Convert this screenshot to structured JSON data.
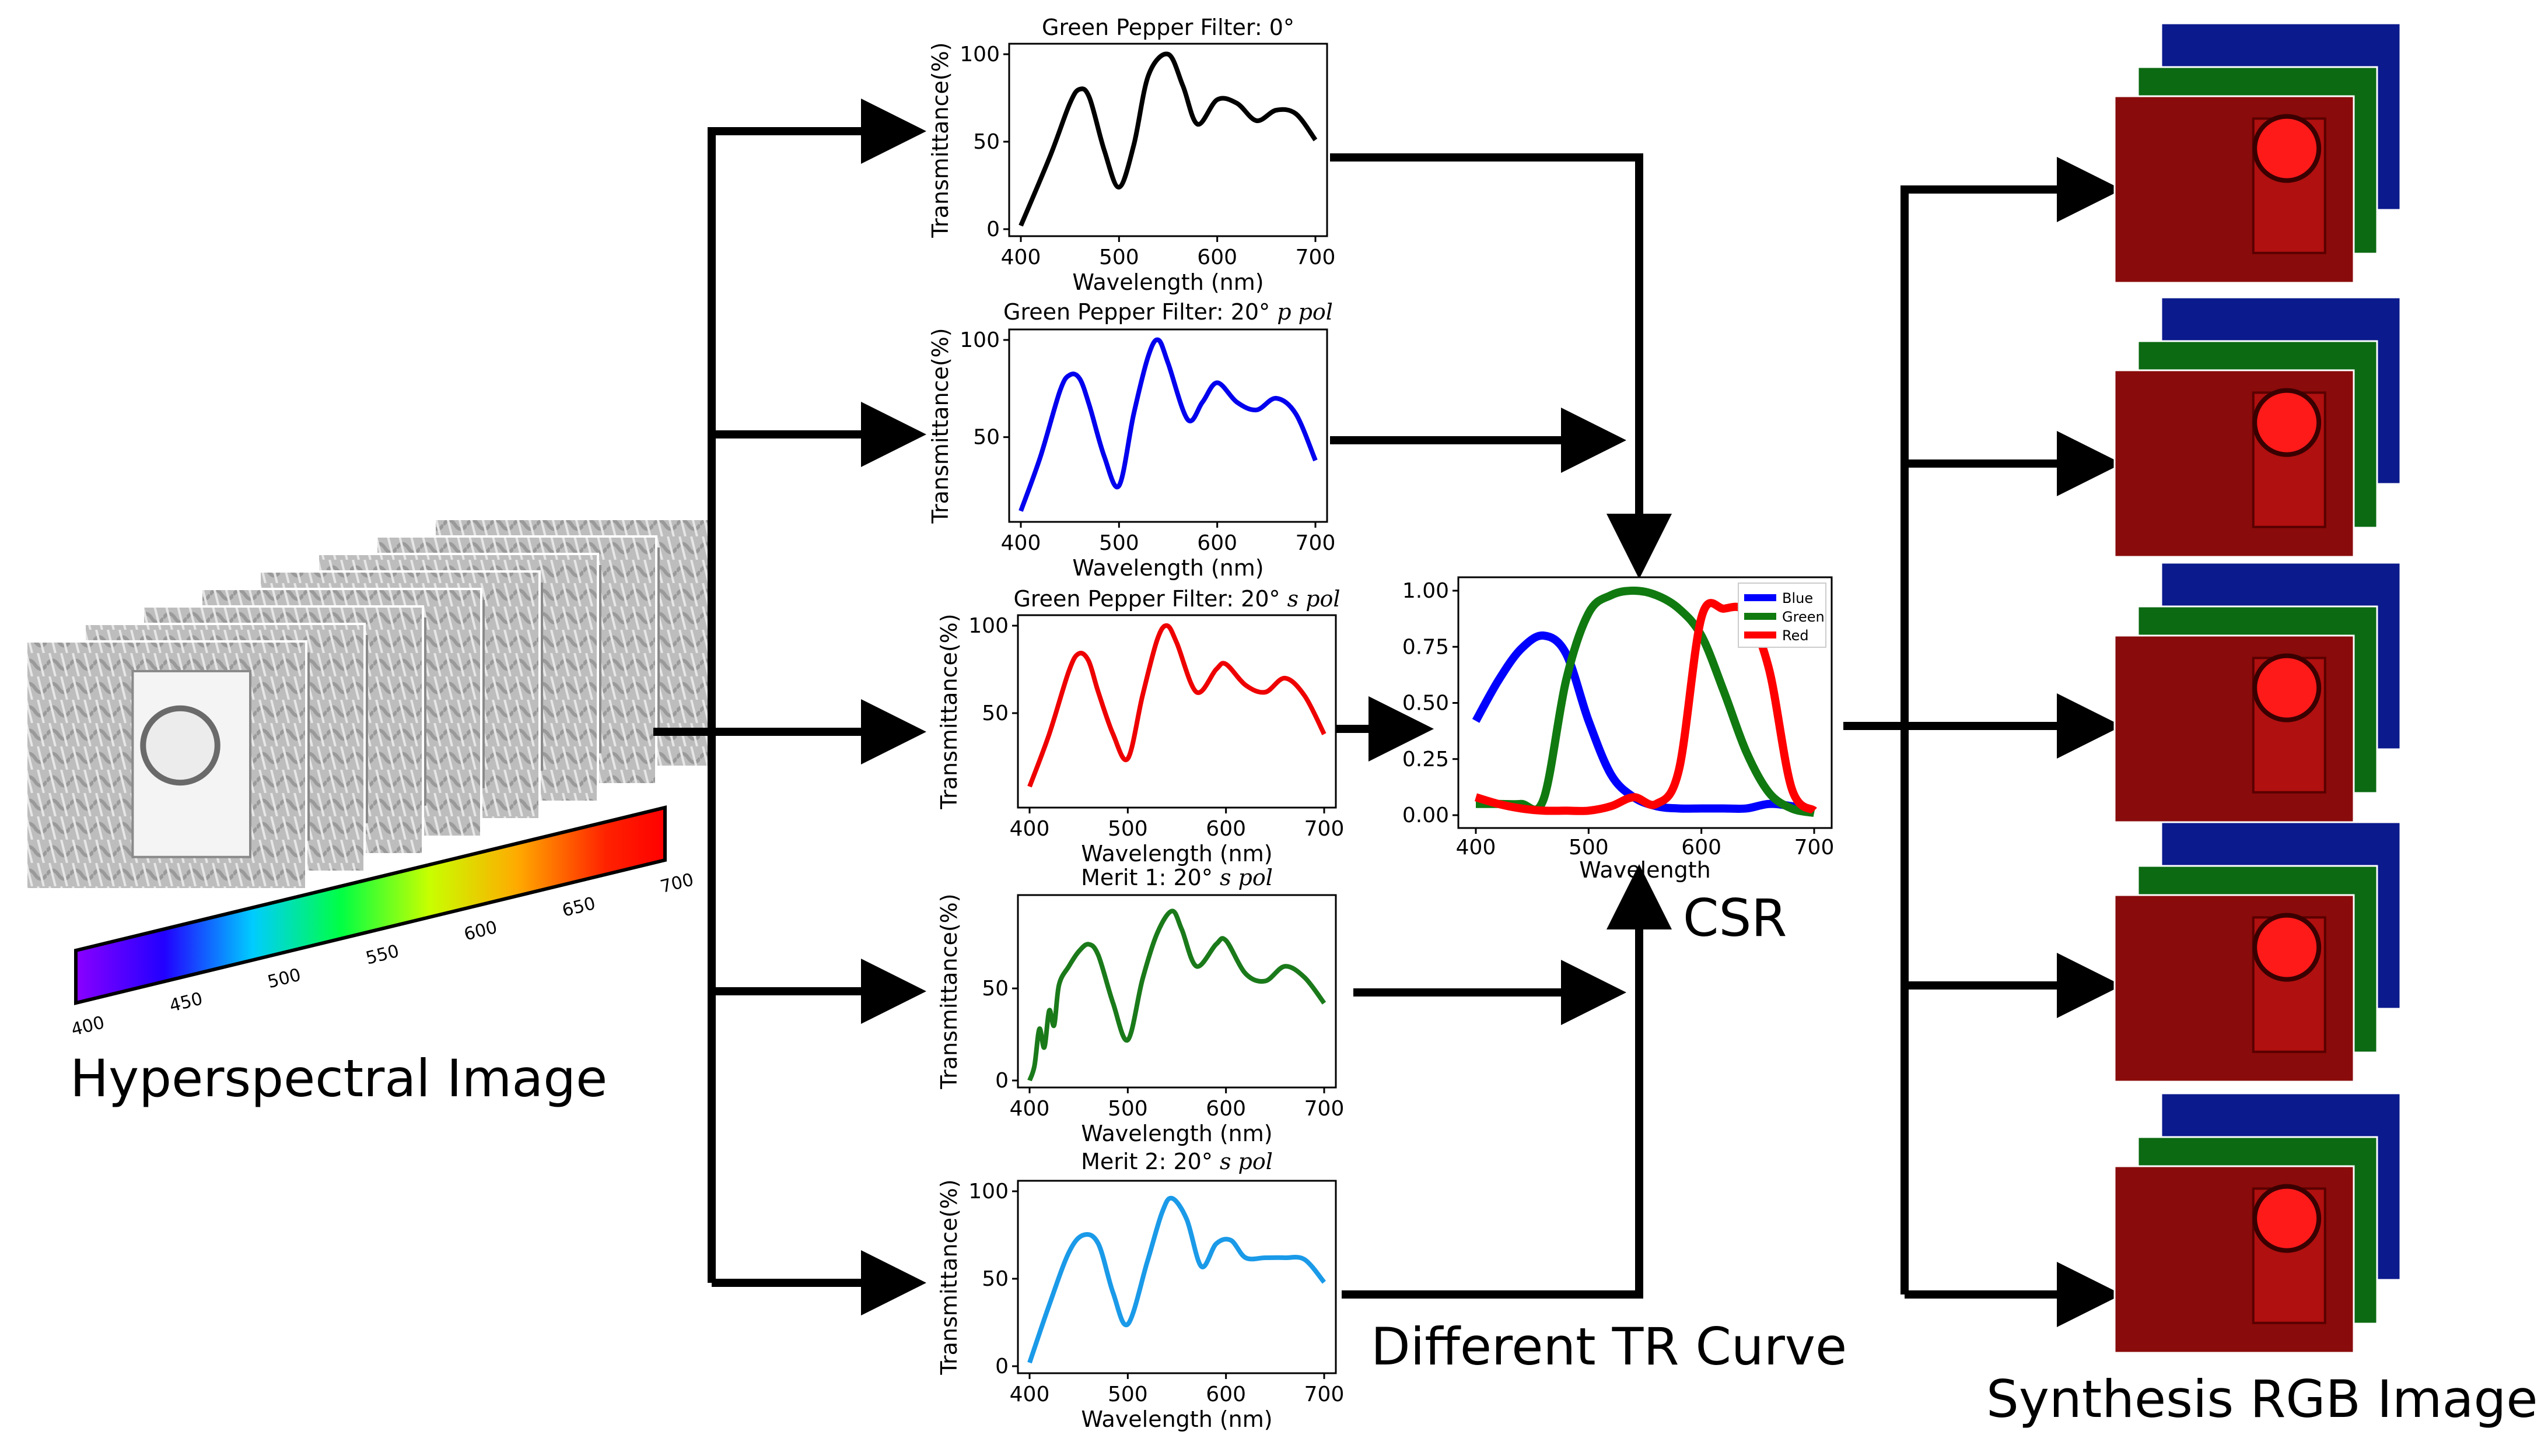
{
  "labels": {
    "hyperspectral": "Hyperspectral Image",
    "csr": "CSR",
    "different_tr": "Different TR Curve",
    "synthesis": "Synthesis RGB Image"
  },
  "colorbar": {
    "ticks": [
      "400",
      "450",
      "500",
      "550",
      "600",
      "650",
      "700"
    ]
  },
  "filters": [
    {
      "title_text": "Green Pepper Filter: 0°",
      "title_italic": "",
      "color": "#000000",
      "ylim": [
        0,
        100
      ],
      "yticks": [
        "0",
        "50",
        "100"
      ],
      "ylabel": "Transmittance(%)",
      "xlabel": "Wavelength (nm)",
      "xticks": [
        "400",
        "500",
        "600",
        "700"
      ],
      "x": [
        400,
        430,
        450,
        460,
        470,
        485,
        500,
        515,
        530,
        550,
        565,
        580,
        600,
        620,
        640,
        660,
        680,
        700
      ],
      "y": [
        2,
        42,
        72,
        80,
        75,
        45,
        24,
        48,
        88,
        100,
        82,
        60,
        74,
        72,
        62,
        68,
        66,
        51
      ]
    },
    {
      "title_text": "Green Pepper Filter: 20°",
      "title_italic": "p pol",
      "color": "#0000ee",
      "ylim": [
        10,
        100
      ],
      "yticks": [
        "50",
        "100"
      ],
      "ylabel": "Transmittance(%)",
      "xlabel": "Wavelength (nm)",
      "xticks": [
        "400",
        "500",
        "600",
        "700"
      ],
      "x": [
        400,
        420,
        440,
        450,
        460,
        470,
        485,
        500,
        515,
        530,
        540,
        550,
        570,
        585,
        600,
        620,
        640,
        660,
        680,
        700
      ],
      "y": [
        12,
        40,
        74,
        82,
        80,
        66,
        40,
        25,
        62,
        92,
        100,
        88,
        59,
        68,
        78,
        68,
        64,
        70,
        62,
        38
      ]
    },
    {
      "title_text": "Green Pepper Filter: 20°",
      "title_italic": "s pol",
      "color": "#ee0000",
      "ylim": [
        0,
        100
      ],
      "yticks": [
        "50",
        "100"
      ],
      "ylabel": "Transmittance(%)",
      "xlabel": "Wavelength (nm)",
      "xticks": [
        "400",
        "500",
        "600",
        "700"
      ],
      "x": [
        400,
        420,
        440,
        450,
        460,
        470,
        485,
        500,
        515,
        530,
        540,
        550,
        570,
        590,
        600,
        620,
        640,
        660,
        680,
        700
      ],
      "y": [
        8,
        38,
        74,
        84,
        80,
        62,
        38,
        24,
        60,
        92,
        100,
        90,
        62,
        75,
        78,
        66,
        62,
        70,
        60,
        38
      ]
    },
    {
      "title_text": "Merit 1: 20°",
      "title_italic": "s pol",
      "color": "#1a7a1a",
      "ylim": [
        0,
        95
      ],
      "yticks": [
        "0",
        "50"
      ],
      "ylabel": "Transmittance(%)",
      "xlabel": "Wavelength (nm)",
      "xticks": [
        "400",
        "500",
        "600",
        "700"
      ],
      "x": [
        400,
        405,
        410,
        415,
        420,
        425,
        430,
        440,
        450,
        460,
        470,
        485,
        500,
        515,
        530,
        545,
        555,
        570,
        590,
        600,
        620,
        640,
        660,
        680,
        700
      ],
      "y": [
        0,
        8,
        28,
        18,
        38,
        30,
        52,
        62,
        70,
        74,
        68,
        42,
        22,
        55,
        80,
        92,
        82,
        62,
        74,
        76,
        58,
        54,
        62,
        56,
        42
      ]
    },
    {
      "title_text": "Merit 2: 20°",
      "title_italic": "s pol",
      "color": "#1a9ae8",
      "ylim": [
        0,
        100
      ],
      "yticks": [
        "0",
        "50",
        "100"
      ],
      "ylabel": "Transmittance(%)",
      "xlabel": "Wavelength (nm)",
      "xticks": [
        "400",
        "500",
        "600",
        "700"
      ],
      "x": [
        400,
        420,
        440,
        455,
        470,
        485,
        500,
        520,
        535,
        545,
        560,
        575,
        590,
        605,
        620,
        640,
        660,
        680,
        700
      ],
      "y": [
        2,
        35,
        65,
        75,
        70,
        42,
        24,
        60,
        88,
        96,
        84,
        57,
        70,
        72,
        62,
        62,
        62,
        61,
        48
      ]
    }
  ],
  "csr_chart": {
    "xlabel": "Wavelength",
    "xticks": [
      "400",
      "500",
      "600",
      "700"
    ],
    "yticks": [
      "0.00",
      "0.25",
      "0.50",
      "0.75",
      "1.00"
    ],
    "legend": [
      "Blue",
      "Green",
      "Red"
    ],
    "colors": [
      "#0000ff",
      "#107a10",
      "#ff0000"
    ],
    "ylim": [
      0,
      1.0
    ],
    "x": [
      400,
      420,
      440,
      460,
      480,
      500,
      520,
      540,
      560,
      580,
      600,
      620,
      640,
      660,
      680,
      700
    ],
    "series": [
      [
        0.42,
        0.6,
        0.74,
        0.8,
        0.72,
        0.42,
        0.18,
        0.08,
        0.04,
        0.03,
        0.03,
        0.03,
        0.03,
        0.05,
        0.04,
        0.02
      ],
      [
        0.05,
        0.05,
        0.05,
        0.07,
        0.6,
        0.9,
        0.98,
        1.0,
        0.98,
        0.92,
        0.8,
        0.55,
        0.28,
        0.1,
        0.03,
        0.01
      ],
      [
        0.08,
        0.05,
        0.03,
        0.02,
        0.02,
        0.02,
        0.04,
        0.08,
        0.05,
        0.2,
        0.88,
        0.92,
        0.9,
        0.65,
        0.12,
        0.02
      ]
    ]
  }
}
